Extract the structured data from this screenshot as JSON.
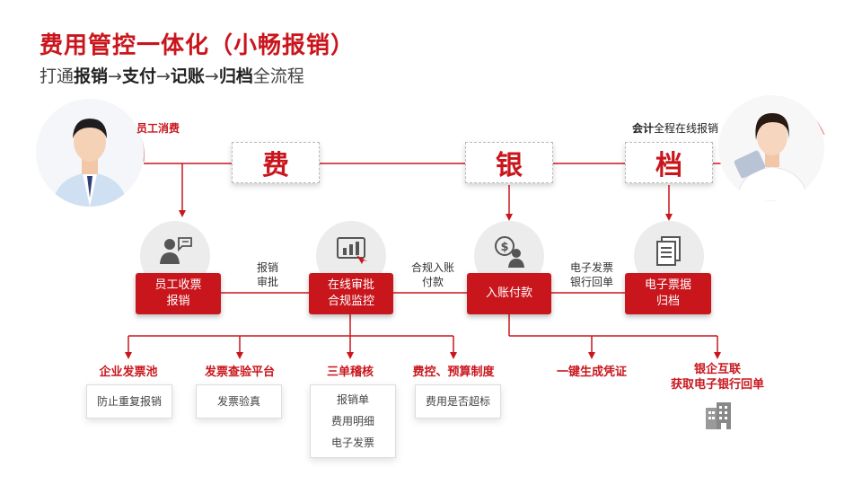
{
  "title": "费用管控一体化（小畅报销）",
  "subtitle": {
    "prefix": "打通",
    "s1": "报销",
    "a1": "→",
    "s2": "支付",
    "a2": "→",
    "s3": "记账",
    "a3": "→",
    "s4": "归档",
    "suffix": "全流程"
  },
  "left_label": "员工消费",
  "right_label": {
    "bold": "会计",
    "rest": "全程在线报销"
  },
  "stages": [
    "费",
    "银",
    "档"
  ],
  "steps": [
    {
      "line1": "员工收票",
      "line2": "报销",
      "icon": "person-receipt-icon"
    },
    {
      "line1": "在线审批",
      "line2": "合规监控",
      "icon": "chart-monitor-icon"
    },
    {
      "line1": "入账付款",
      "line2": "",
      "icon": "money-person-icon"
    },
    {
      "line1": "电子票据",
      "line2": "归档",
      "icon": "document-icon"
    }
  ],
  "flow_labels": [
    {
      "line1": "报销",
      "line2": "审批"
    },
    {
      "line1": "合规入账",
      "line2": "付款"
    },
    {
      "line1": "电子发票",
      "line2": "银行回单"
    }
  ],
  "categories": [
    {
      "title": "企业发票池",
      "items": [
        "防止重复报销"
      ]
    },
    {
      "title": "发票查验平台",
      "items": [
        "发票验真"
      ]
    },
    {
      "title": "三单稽核",
      "items": [
        "报销单",
        "费用明细",
        "电子发票"
      ]
    },
    {
      "title": "费控、预算制度",
      "items": [
        "费用是否超标"
      ]
    },
    {
      "title": "一键生成凭证",
      "items": []
    },
    {
      "title_line1": "银企互联",
      "title_line2": "获取电子银行回单",
      "items": []
    }
  ],
  "colors": {
    "accent": "#c9161d",
    "gray_circle": "#ececec"
  }
}
